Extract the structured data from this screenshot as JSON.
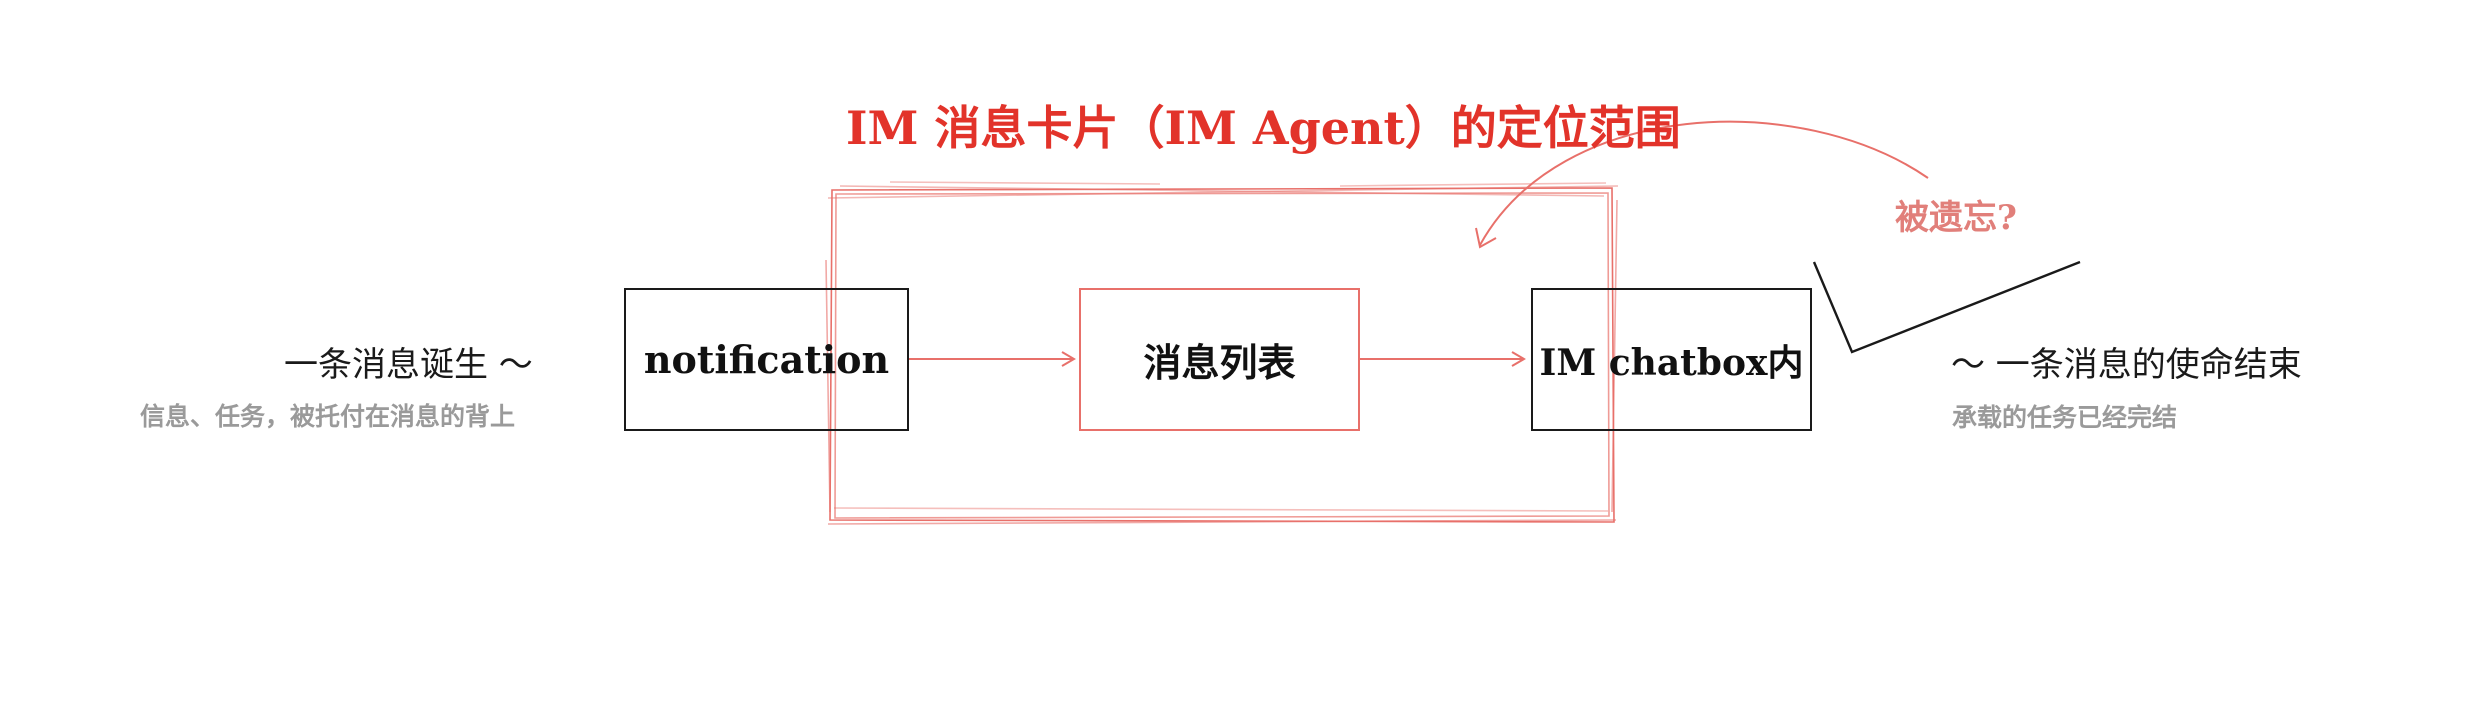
{
  "diagram": {
    "title": "IM 消息卡片（IM Agent）的定位范围",
    "left_caption": {
      "main": "一条消息诞生 ～",
      "sub": "信息、任务，被托付在消息的背上"
    },
    "right_caption": {
      "main": "～ 一条消息的使命结束",
      "sub": "承载的任务已经完结"
    },
    "nodes": [
      {
        "label": "notification"
      },
      {
        "label": "消息列表"
      },
      {
        "label": "IM chatbox内"
      }
    ],
    "annotation": "被遗忘?",
    "colors": {
      "accent": "#e2332a",
      "accent_soft": "#e8706a",
      "annotation": "#e17f7a",
      "text": "#111111",
      "muted": "#9a9a9a"
    }
  }
}
